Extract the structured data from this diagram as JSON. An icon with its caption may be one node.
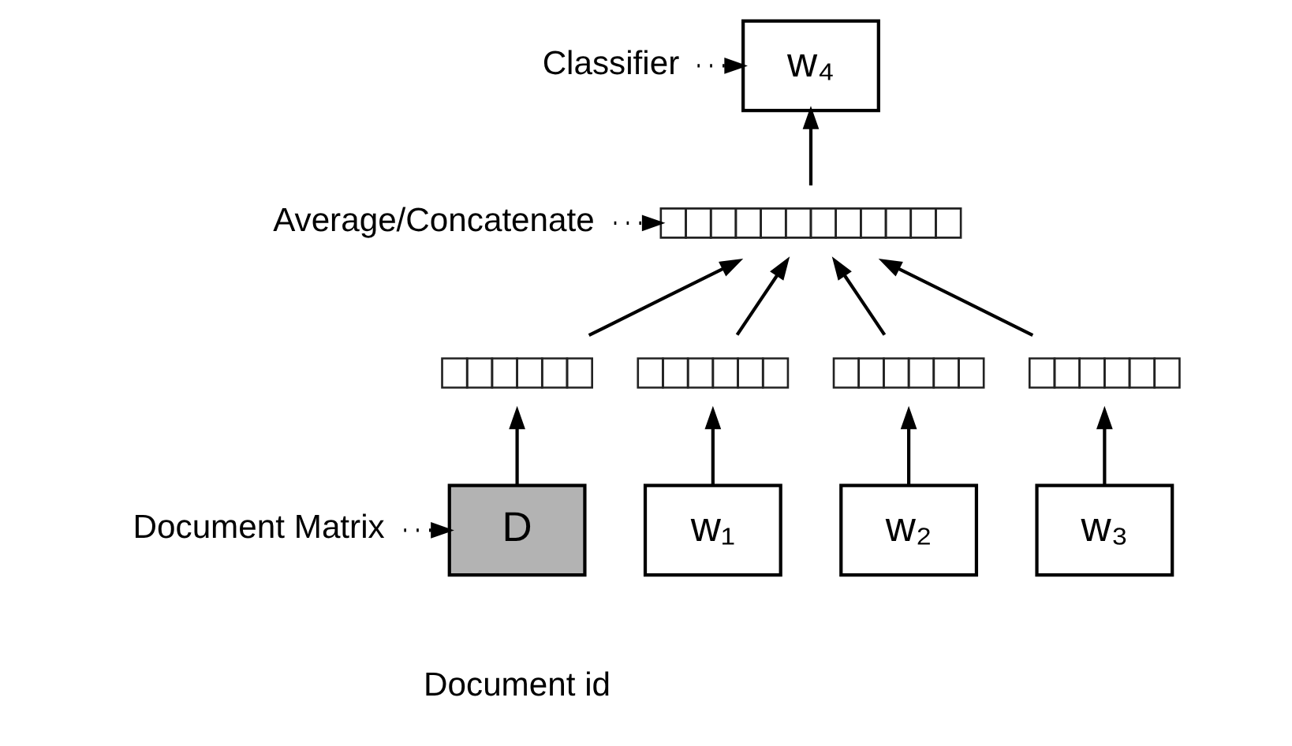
{
  "diagram": {
    "nodes": [
      {
        "text": [
          "Classifier"
        ]
      },
      {
        "text": [
          "w₄"
        ]
      },
      {
        "text": [
          "Average/Concatenate"
        ]
      },
      {
        "text": [],
        "shape": "bar"
      },
      {
        "text": [],
        "shape": "bar"
      },
      {
        "text": [],
        "shape": "bar"
      },
      {
        "text": [],
        "shape": "bar"
      },
      {
        "text": [],
        "shape": "bar"
      },
      {
        "text": [
          "Document Matrix"
        ]
      },
      {
        "text": [
          "D"
        ],
        "beside": [
          "Document id"
        ]
      },
      {
        "text": [
          "w₁"
        ]
      },
      {
        "text": [
          "w₂"
        ]
      },
      {
        "text": [
          "w₃"
        ]
      }
    ],
    "edges": [
      {
        "from": 0,
        "to": 1,
        "arrow": "to",
        "style": "dashed"
      },
      {
        "from": 3,
        "to": 1,
        "arrow": "to"
      },
      {
        "from": 2,
        "to": 3,
        "arrow": "to",
        "style": "dashed"
      },
      {
        "from": 4,
        "to": 3,
        "arrow": "to"
      },
      {
        "from": 5,
        "to": 3,
        "arrow": "to"
      },
      {
        "from": 6,
        "to": 3,
        "arrow": "to"
      },
      {
        "from": 7,
        "to": 3,
        "arrow": "to"
      },
      {
        "from": 8,
        "to": 9,
        "arrow": "to",
        "style": "dashed"
      },
      {
        "from": 9,
        "to": 4,
        "arrow": "to"
      },
      {
        "from": 10,
        "to": 5,
        "arrow": "to"
      },
      {
        "from": 11,
        "to": 6,
        "arrow": "to"
      },
      {
        "from": 12,
        "to": 7,
        "arrow": "to"
      }
    ]
  }
}
